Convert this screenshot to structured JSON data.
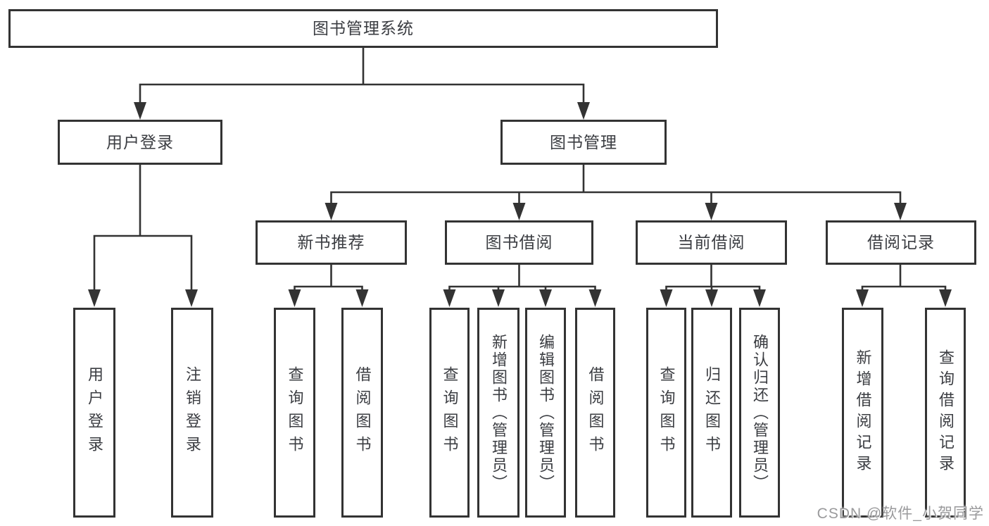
{
  "colors": {
    "line": "#333333",
    "box_border": "#333333",
    "box_background": "#ffffff",
    "text": "#3b3d42",
    "watermark": "#9a9a9c"
  },
  "watermark": {
    "text": "CSDN @软件_小贺同学"
  },
  "tree": {
    "root": {
      "label": "图书管理系统"
    },
    "branches": [
      {
        "label": "用户登录",
        "children": [
          {
            "label": "用户登录"
          },
          {
            "label": "注销登录"
          }
        ]
      },
      {
        "label": "图书管理",
        "children": [
          {
            "label": "新书推荐",
            "children": [
              {
                "label": "查询图书"
              },
              {
                "label": "借阅图书"
              }
            ]
          },
          {
            "label": "图书借阅",
            "children": [
              {
                "label": "查询图书"
              },
              {
                "label": "新增图书（管理员）"
              },
              {
                "label": "编辑图书（管理员）"
              },
              {
                "label": "借阅图书"
              }
            ]
          },
          {
            "label": "当前借阅",
            "children": [
              {
                "label": "查询图书"
              },
              {
                "label": "归还图书"
              },
              {
                "label": "确认归还（管理员）"
              }
            ]
          },
          {
            "label": "借阅记录",
            "children": [
              {
                "label": "新增借阅记录"
              },
              {
                "label": "查询借阅记录"
              }
            ]
          }
        ]
      }
    ]
  }
}
